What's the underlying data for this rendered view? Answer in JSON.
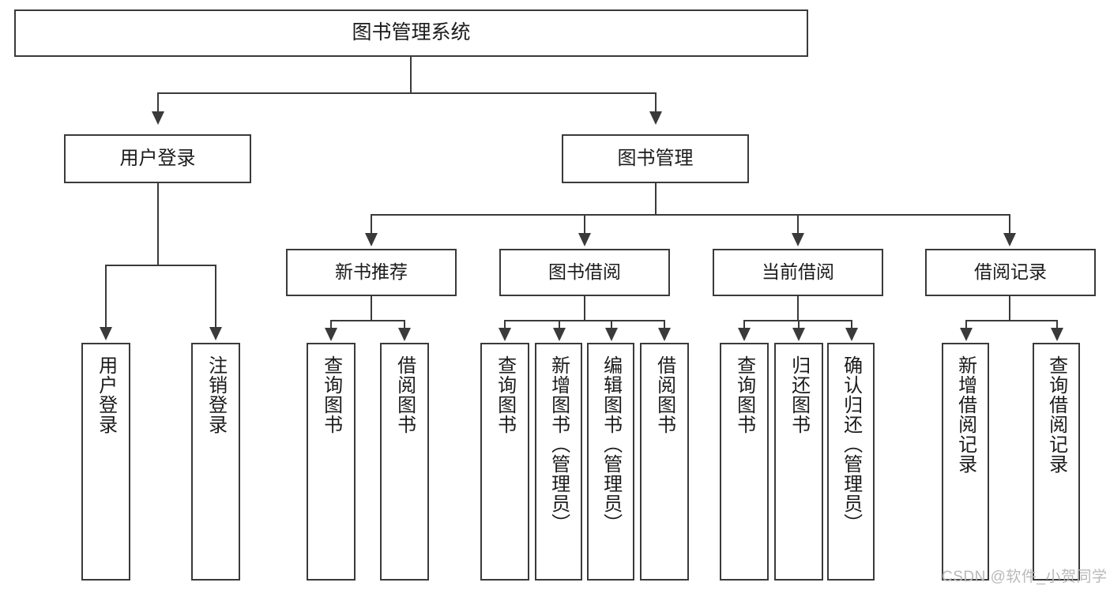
{
  "diagram": {
    "type": "tree",
    "title": "图书管理系统",
    "watermark": "CSDN @软件_小贺同学",
    "colors": {
      "stroke": "#3a3a3a",
      "fill": "#ffffff",
      "text": "#1b1b1b",
      "watermark": "#b9b9b9"
    },
    "nodes": {
      "root": {
        "label": "图书管理系统"
      },
      "level2": [
        {
          "id": "user-login",
          "label": "用户登录"
        },
        {
          "id": "book-manage",
          "label": "图书管理"
        }
      ],
      "level3": [
        {
          "id": "new-book-recommend",
          "label": "新书推荐"
        },
        {
          "id": "book-borrow",
          "label": "图书借阅"
        },
        {
          "id": "current-borrow",
          "label": "当前借阅"
        },
        {
          "id": "borrow-record",
          "label": "借阅记录"
        }
      ],
      "leaves": {
        "user-login": [
          {
            "id": "leaf-user-login",
            "label": "用户登录"
          },
          {
            "id": "leaf-logout-login",
            "label": "注销登录"
          }
        ],
        "new-book-recommend": [
          {
            "id": "leaf-query-book-1",
            "label": "查询图书"
          },
          {
            "id": "leaf-borrow-book-1",
            "label": "借阅图书"
          }
        ],
        "book-borrow": [
          {
            "id": "leaf-query-book-2",
            "label": "查询图书"
          },
          {
            "id": "leaf-add-book",
            "label": "新增图书（管理员）"
          },
          {
            "id": "leaf-edit-book",
            "label": "编辑图书（管理员）"
          },
          {
            "id": "leaf-borrow-book-2",
            "label": "借阅图书"
          }
        ],
        "current-borrow": [
          {
            "id": "leaf-query-book-3",
            "label": "查询图书"
          },
          {
            "id": "leaf-return-book",
            "label": "归还图书"
          },
          {
            "id": "leaf-confirm-return",
            "label": "确认归还（管理员）"
          }
        ],
        "borrow-record": [
          {
            "id": "leaf-add-record",
            "label": "新增借阅记录"
          },
          {
            "id": "leaf-query-record",
            "label": "查询借阅记录"
          }
        ]
      }
    }
  }
}
